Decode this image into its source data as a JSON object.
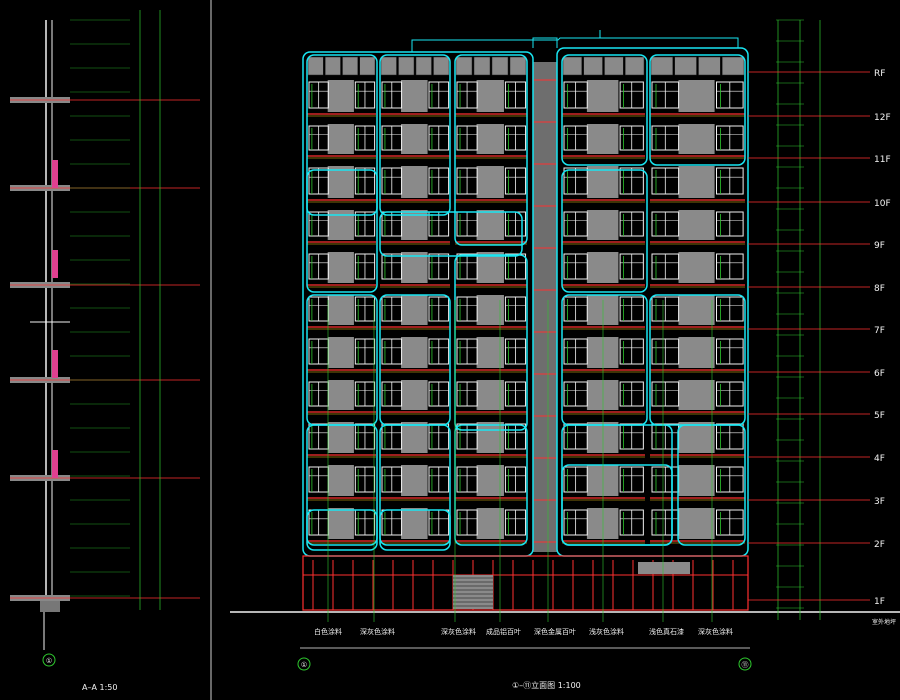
{
  "drawing": {
    "section_title": "A–A  1:50",
    "elevation_title": "①–⑪立面图  1:100",
    "grid_left": "①",
    "grid_right": "⑪",
    "grid_section": "①"
  },
  "floors": [
    "RF",
    "12F",
    "11F",
    "10F",
    "9F",
    "8F",
    "7F",
    "6F",
    "5F",
    "4F",
    "3F",
    "2F",
    "1F"
  ],
  "outdoor_label": "室外地坪",
  "material_callouts": [
    "白色涂料",
    "深灰色涂料",
    "深灰色涂料",
    "成品铝百叶",
    "深色金属百叶",
    "浅灰色涂料",
    "浅色真石漆",
    "深灰色涂料"
  ],
  "colors": {
    "frame": "#19e6f2",
    "window": "#f2f2f2",
    "panel": "#8a8a8a",
    "slab": "#ff3030",
    "accent": "#ffd21a",
    "green": "#2ec82e"
  }
}
